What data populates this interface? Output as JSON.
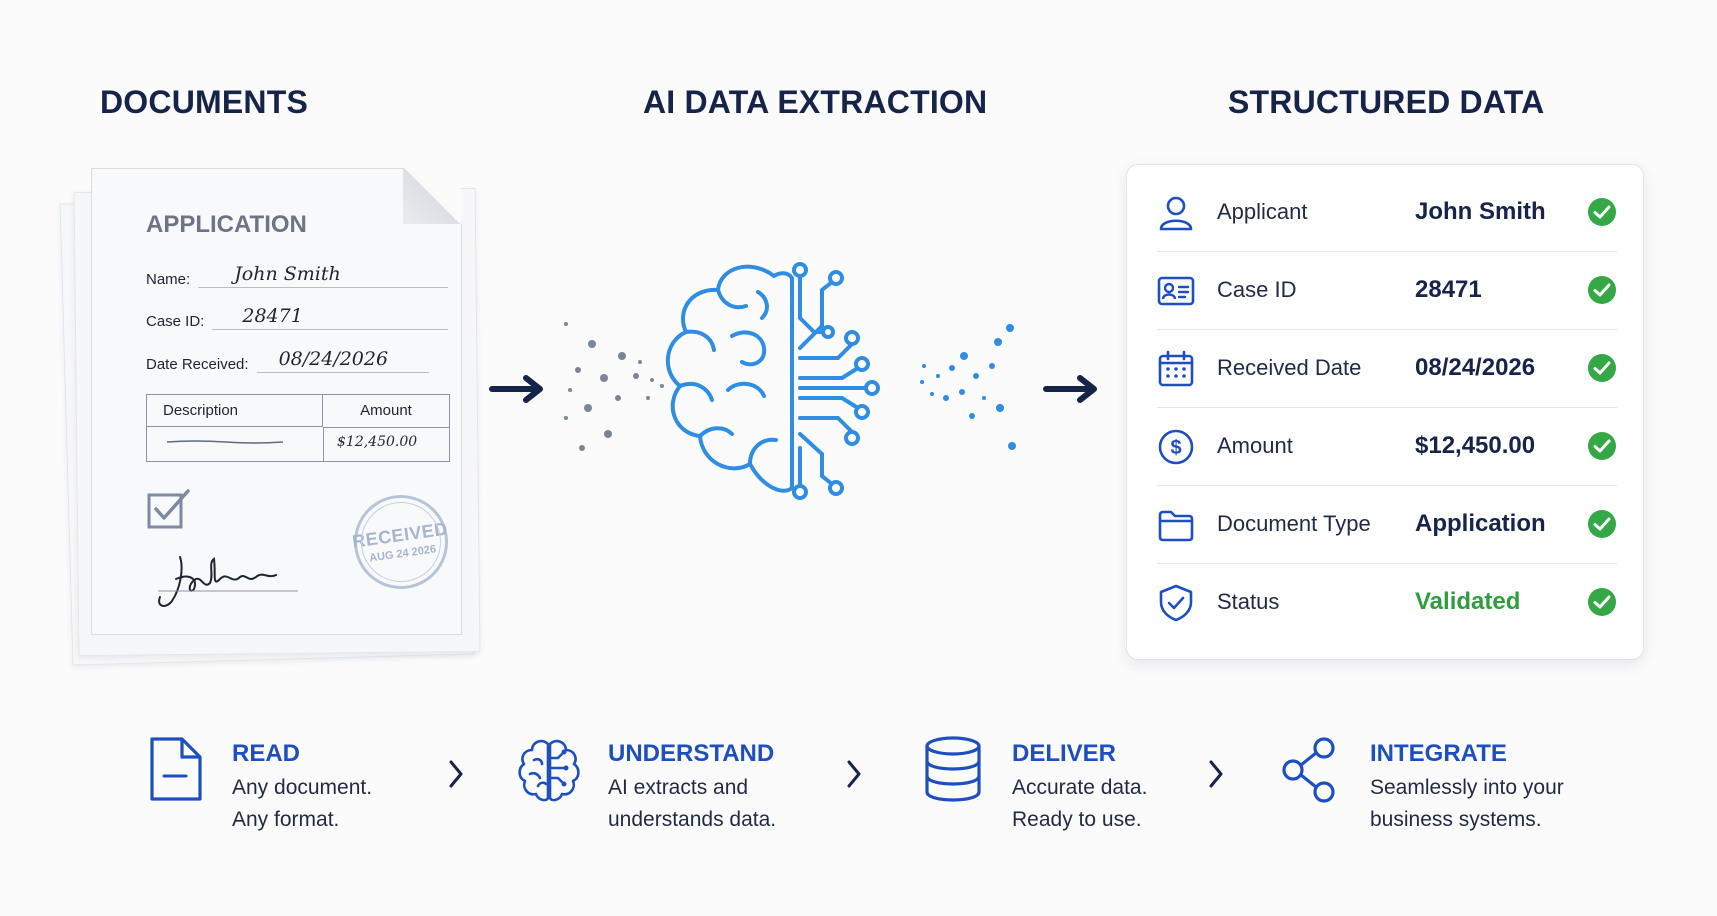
{
  "headings": {
    "documents": "DOCUMENTS",
    "ai_extraction": "AI DATA EXTRACTION",
    "structured": "STRUCTURED DATA"
  },
  "document": {
    "title": "APPLICATION",
    "fields": [
      {
        "label": "Name:",
        "value": "John Smith"
      },
      {
        "label": "Case ID:",
        "value": "28471"
      },
      {
        "label": "Date Received:",
        "value": "08/24/2026"
      }
    ],
    "table": {
      "headers": [
        "Description",
        "Amount"
      ],
      "amount": "$12,450.00"
    },
    "stamp": {
      "line1": "RECEIVED",
      "line2": "AUG 24 2026"
    },
    "signature": "John Smith"
  },
  "structured": {
    "rows": [
      {
        "icon": "user-icon",
        "label": "Applicant",
        "value": "John Smith"
      },
      {
        "icon": "id-card-icon",
        "label": "Case ID",
        "value": "28471"
      },
      {
        "icon": "calendar-icon",
        "label": "Received Date",
        "value": "08/24/2026"
      },
      {
        "icon": "dollar-icon",
        "label": "Amount",
        "value": "$12,450.00"
      },
      {
        "icon": "folder-icon",
        "label": "Document Type",
        "value": "Application"
      },
      {
        "icon": "shield-check-icon",
        "label": "Status",
        "value": "Validated"
      }
    ]
  },
  "steps": [
    {
      "icon": "document-icon",
      "title": "READ",
      "line1": "Any document.",
      "line2": "Any format."
    },
    {
      "icon": "brain-chip-icon",
      "title": "UNDERSTAND",
      "line1": "AI extracts and",
      "line2": "understands data."
    },
    {
      "icon": "database-icon",
      "title": "DELIVER",
      "line1": "Accurate data.",
      "line2": "Ready to use."
    },
    {
      "icon": "share-nodes-icon",
      "title": "INTEGRATE",
      "line1": "Seamlessly into your",
      "line2": "business systems."
    }
  ],
  "colors": {
    "navy": "#16244a",
    "accent_blue": "#1d4fc1",
    "brain_blue": "#2f8de4",
    "success_green": "#2e9e3e"
  }
}
